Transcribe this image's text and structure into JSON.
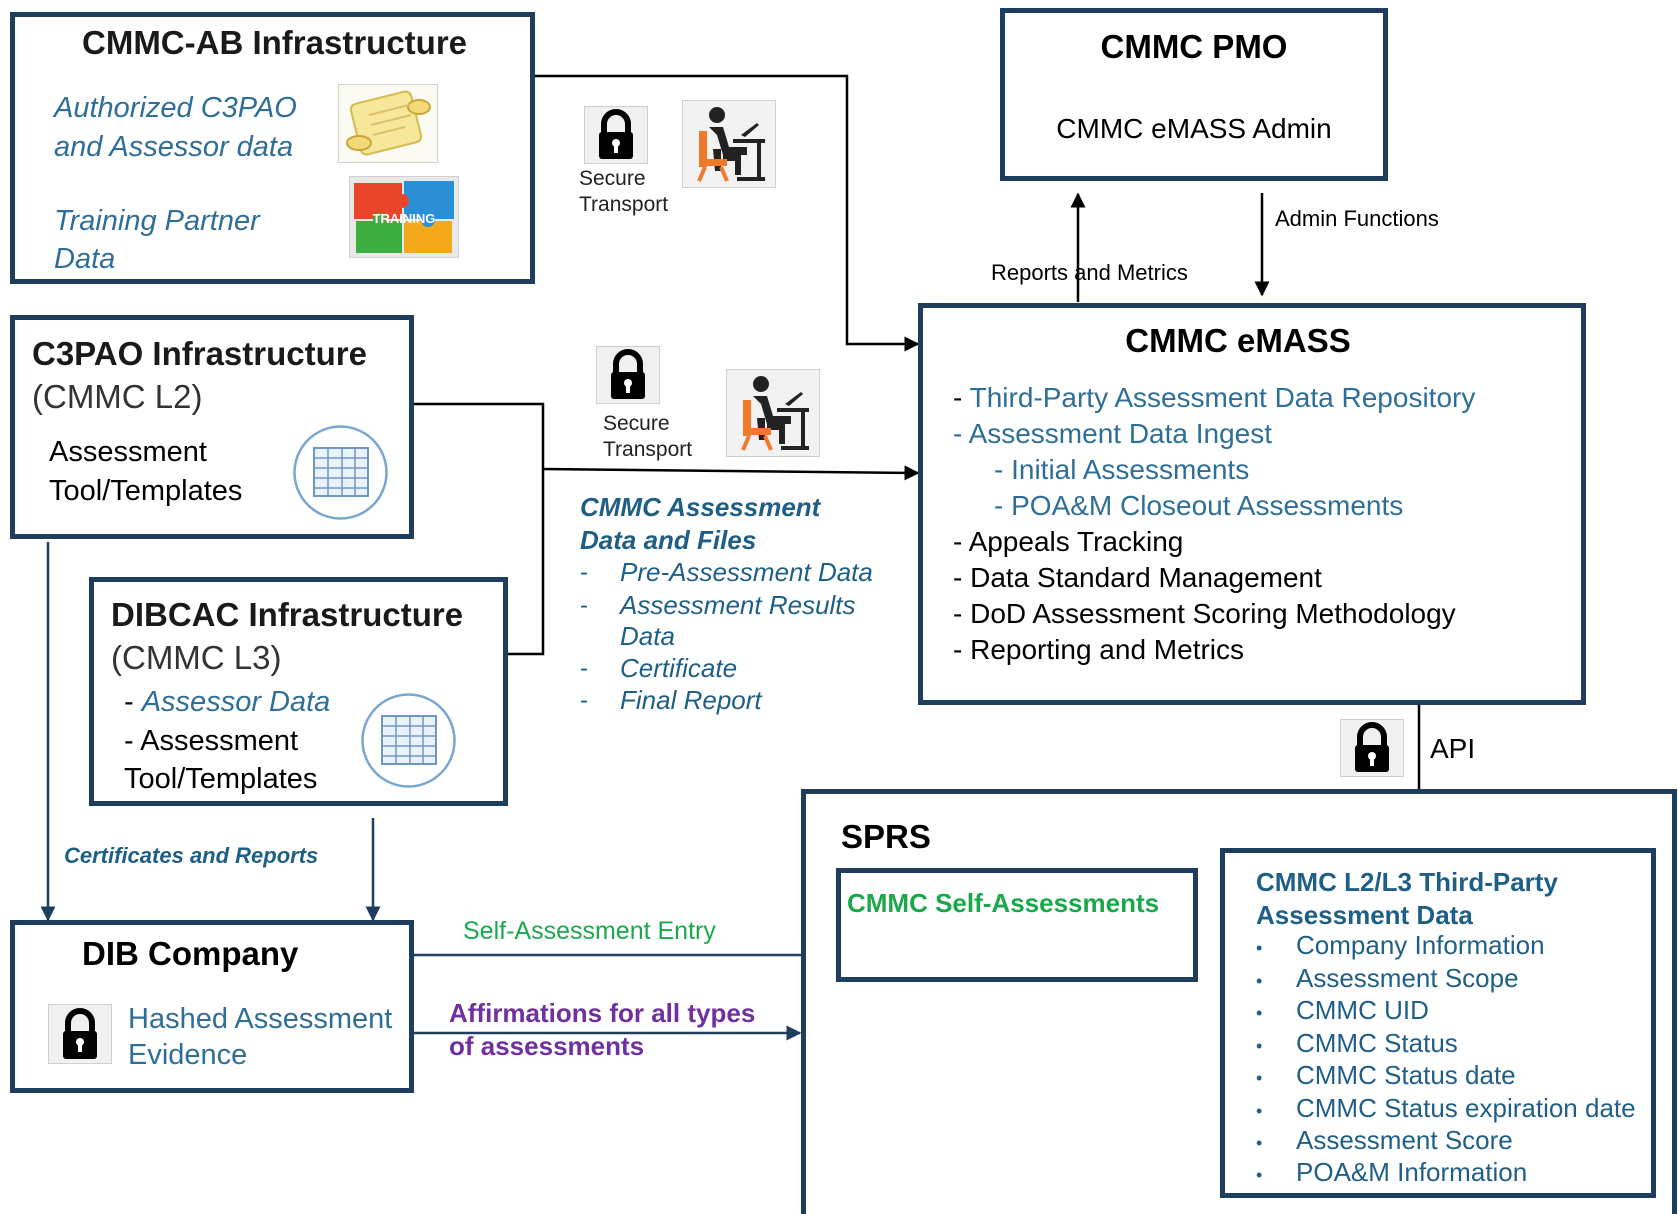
{
  "cmmc_ab": {
    "title": "CMMC-AB Infrastructure",
    "line1": "Authorized C3PAO",
    "line2": "and Assessor data",
    "line3": "Training Partner",
    "line4": "Data",
    "puzzle_text": "TRAINING"
  },
  "transport_top": {
    "line1": "Secure",
    "line2": "Transport"
  },
  "transport_mid": {
    "line1": "Secure",
    "line2": "Transport"
  },
  "pmo": {
    "title": "CMMC PMO",
    "subtitle": "CMMC eMASS Admin"
  },
  "pmo_links": {
    "up": "Reports and Metrics",
    "down": "Admin Functions"
  },
  "c3pao": {
    "title": "C3PAO Infrastructure",
    "subtitle": "(CMMC L2)",
    "line1": "Assessment",
    "line2": "Tool/Templates"
  },
  "dibcac": {
    "title": "DIBCAC Infrastructure",
    "subtitle": "(CMMC L3)",
    "line1": "- ",
    "line1b": "Assessor Data",
    "line2": "- Assessment",
    "line3": "Tool/Templates"
  },
  "assessment_data": {
    "title1": "CMMC Assessment",
    "title2": "Data and Files",
    "dash": "-",
    "items": [
      "Pre-Assessment Data",
      "Assessment Results",
      "Data",
      "Certificate",
      "Final Report"
    ]
  },
  "emass": {
    "title": "CMMC eMASS",
    "items": [
      {
        "prefix": "- ",
        "text": "Third-Party Assessment Data Repository"
      },
      {
        "prefix": "-  ",
        "text": "Assessment Data Ingest"
      },
      {
        "prefix": "- ",
        "text": "Initial Assessments"
      },
      {
        "prefix": "- ",
        "text": "POA&M Closeout Assessments"
      },
      {
        "prefix": "-  ",
        "text": "Appeals Tracking"
      },
      {
        "prefix": "-  ",
        "text": "Data Standard Management"
      },
      {
        "prefix": "-  ",
        "text": "DoD Assessment Scoring Methodology"
      },
      {
        "prefix": "-  ",
        "text": "Reporting and Metrics"
      }
    ]
  },
  "api_label": "API",
  "certs_label": "Certificates  and Reports",
  "dib": {
    "title": "DIB Company",
    "line1": "Hashed Assessment",
    "line2": "Evidence"
  },
  "self_entry": "Self-Assessment Entry",
  "affirm": {
    "line1": "Affirmations for all types",
    "line2": "of assessments"
  },
  "sprs": {
    "title": "SPRS",
    "self_title": "CMMC Self-Assessments",
    "third_title1": "CMMC L2/L3 Third-Party",
    "third_title2": "Assessment Data",
    "bullet": "•",
    "items": [
      "Company Information",
      "Assessment Scope",
      "CMMC UID",
      "CMMC Status",
      "CMMC Status date",
      "CMMC Status expiration date",
      "Assessment Score",
      "POA&M Information"
    ]
  },
  "colors": {
    "border": "#1f3e5e",
    "blue_text": "#2f6f97",
    "green_text": "#1aa84b",
    "purple_text": "#7030a0",
    "icon_orange": "#f07a2a"
  }
}
